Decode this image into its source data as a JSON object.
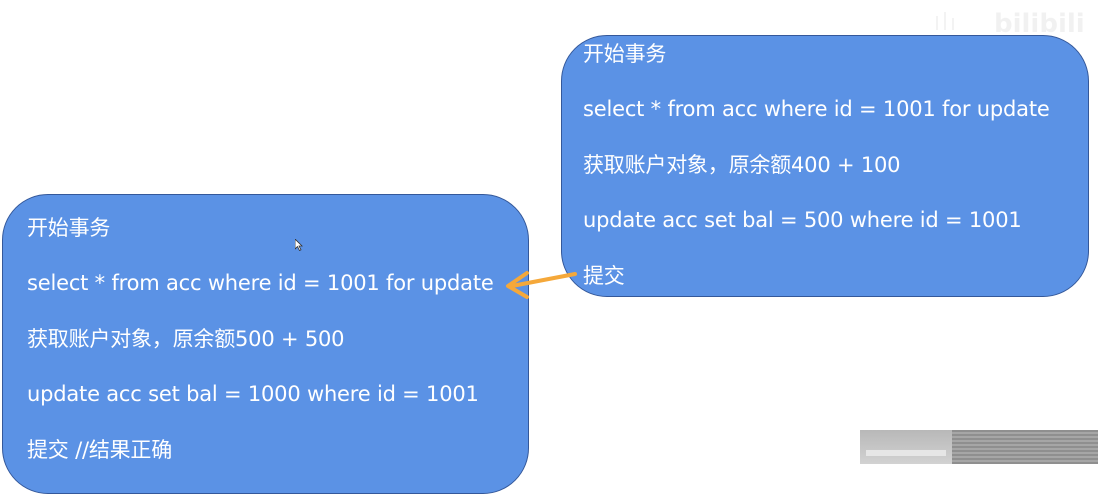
{
  "diagram": {
    "colors": {
      "card_fill": "#5b92e5",
      "card_border": "#34589a",
      "text": "#ffffff",
      "arrow": "#f5a83a"
    },
    "transaction_b": {
      "lines": [
        "开始事务",
        "select * from acc where id = 1001 for update",
        "获取账户对象，原余额400 + 100",
        "update acc set bal = 500 where id = 1001",
        "提交"
      ]
    },
    "transaction_a": {
      "lines": [
        "开始事务",
        "select * from acc where id = 1001 for update",
        "获取账户对象，原余额500 + 500",
        "update acc set bal = 1000 where id = 1001",
        "提交    //结果正确"
      ]
    },
    "arrow": {
      "from": "transaction_b.commit",
      "to": "transaction_a.select_for_update"
    }
  },
  "overlay": {
    "watermark": "bilibili",
    "webcam_preview": "webcam-thumbnail"
  }
}
